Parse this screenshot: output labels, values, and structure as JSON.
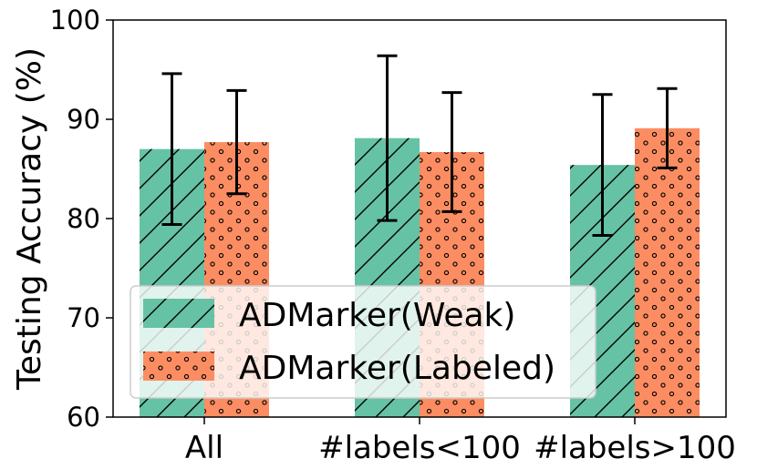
{
  "chart_data": {
    "type": "bar",
    "categories": [
      "All",
      "#labels<100",
      "#labels>100"
    ],
    "series": [
      {
        "name": "ADMarker(Weak)",
        "values": [
          87.0,
          88.1,
          85.4
        ],
        "errors": [
          7.6,
          8.3,
          7.1
        ],
        "color": "#66c2a5",
        "hatch": "diagonal"
      },
      {
        "name": "ADMarker(Labeled)",
        "values": [
          87.7,
          86.7,
          89.1
        ],
        "errors": [
          5.2,
          6.0,
          4.0
        ],
        "color": "#fc8d62",
        "hatch": "dots"
      }
    ],
    "ylabel": "Testing Accuracy (%)",
    "xlabel": "",
    "title": "",
    "ylim": [
      60,
      100
    ],
    "yticks": [
      60,
      70,
      80,
      90,
      100
    ],
    "grid": false,
    "legend_position": "lower-left"
  }
}
